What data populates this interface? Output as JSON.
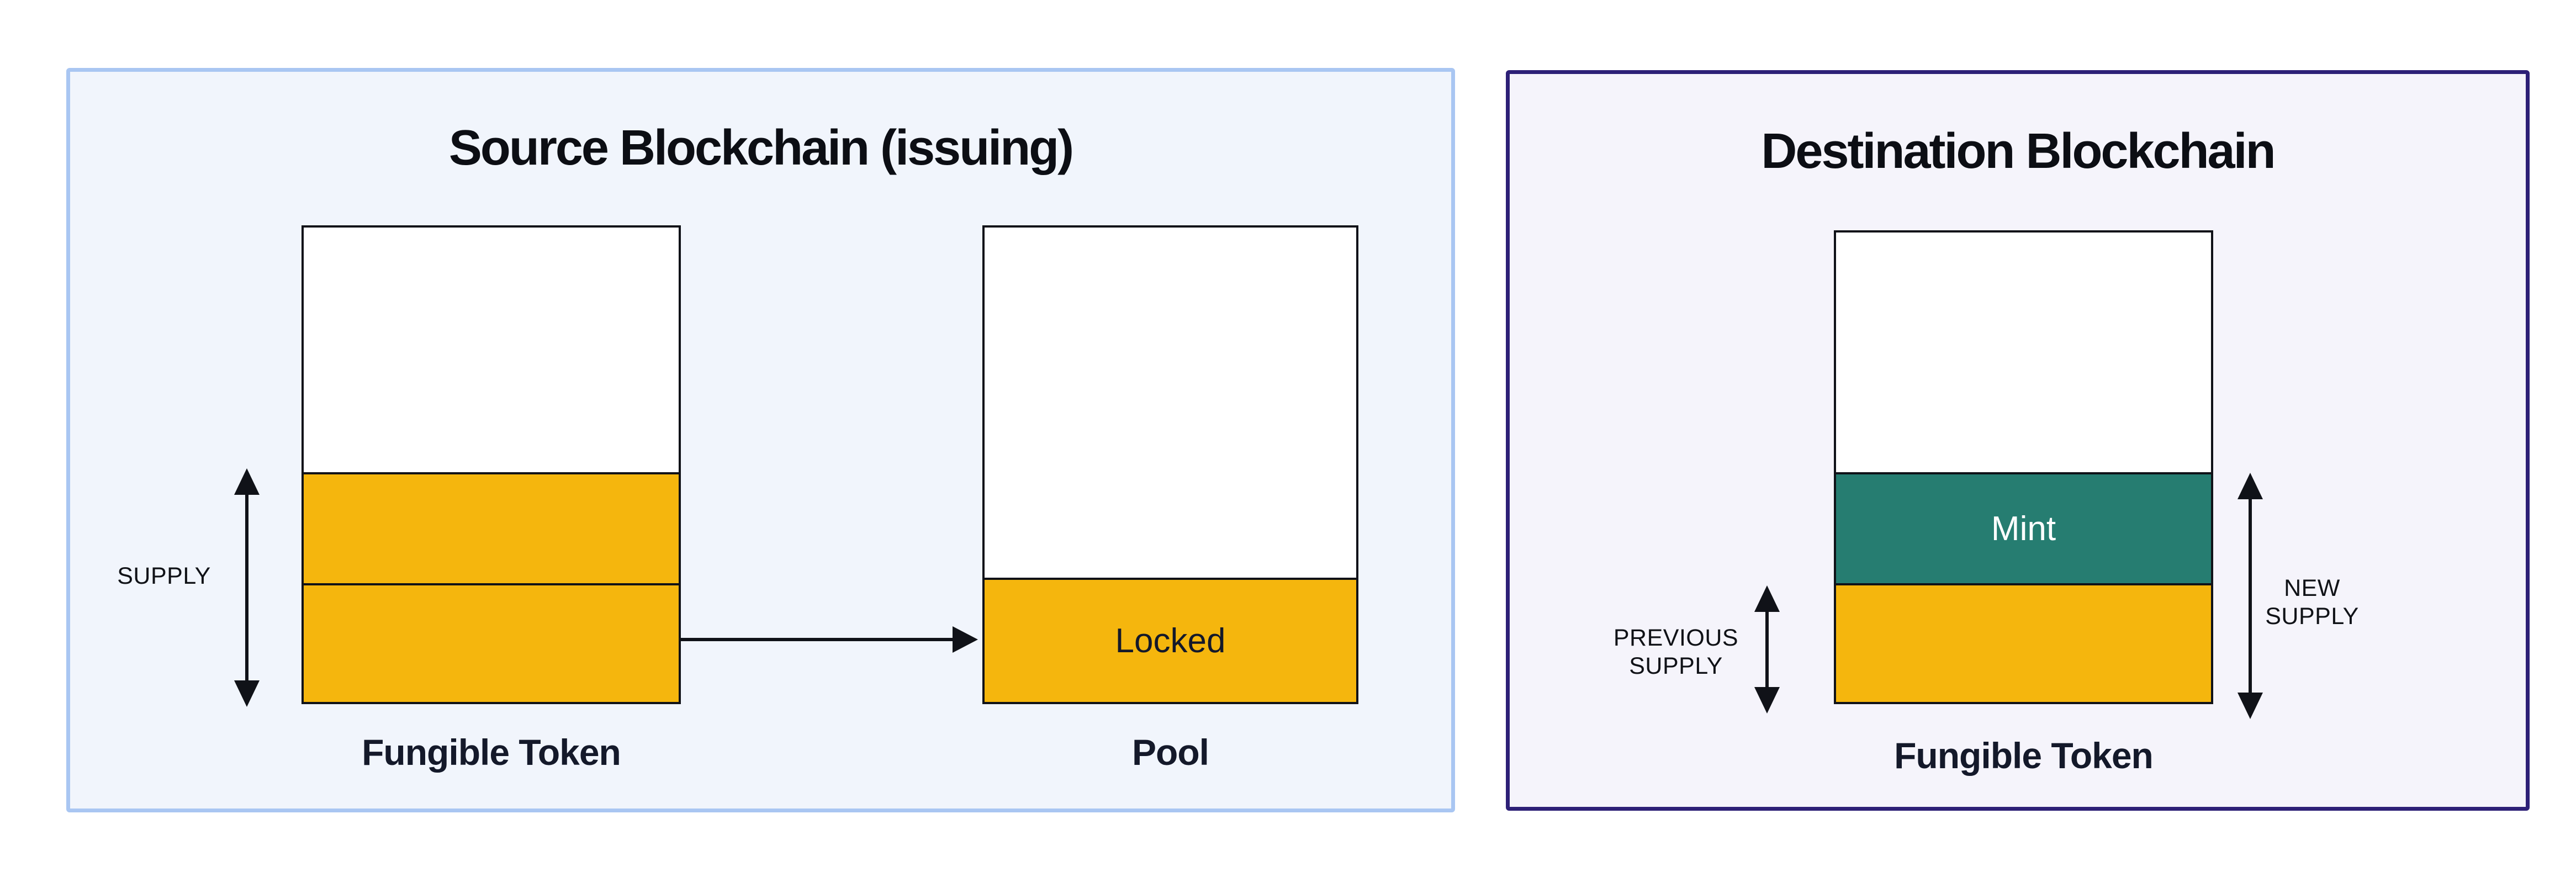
{
  "colors": {
    "page_bg": "#ffffff",
    "source_panel_bg": "#F1F5FC",
    "source_panel_border": "#A9C6F2",
    "dest_panel_bg": "#F5F4FB",
    "dest_panel_border": "#2D2077",
    "token_yellow": "#F5B60D",
    "mint_teal": "#267D71",
    "line_black": "#101218",
    "text_dark": "#12161F",
    "mint_text": "#FFFFFF"
  },
  "source_panel": {
    "title": "Source Blockchain (issuing)",
    "supply_arrow_label": "SUPPLY",
    "token_box_label": "Fungible Token",
    "pool_box_label": "Pool",
    "locked_segment_label": "Locked"
  },
  "destination_panel": {
    "title": "Destination Blockchain",
    "mint_segment_label": "Mint",
    "previous_supply_label_line1": "PREVIOUS",
    "previous_supply_label_line2": "SUPPLY",
    "new_supply_label_line1": "NEW",
    "new_supply_label_line2": "SUPPLY",
    "token_box_label": "Fungible Token"
  }
}
